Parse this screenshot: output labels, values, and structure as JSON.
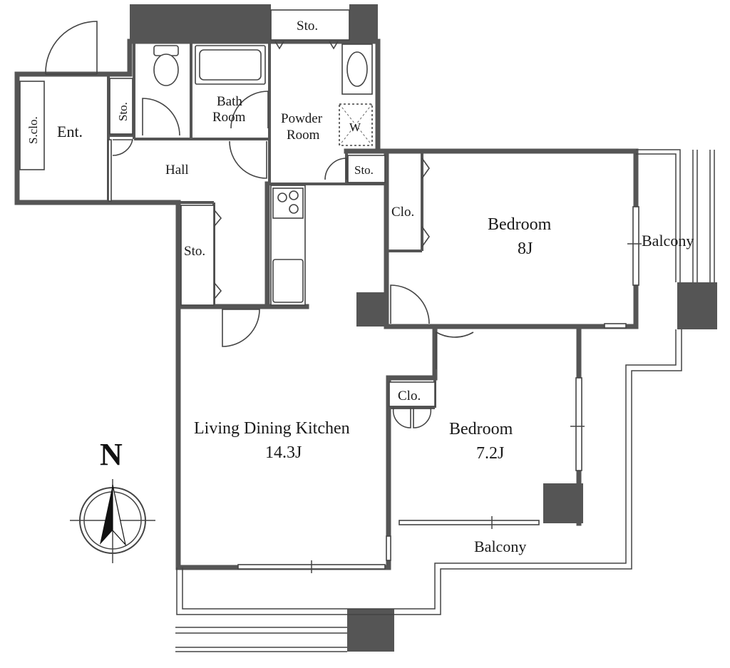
{
  "rooms": {
    "storage_top": "Sto.",
    "bath_line1": "Bath",
    "bath_line2": "Room",
    "powder_line1": "Powder",
    "powder_line2": "Room",
    "washer": "W",
    "storage_entry": "Sto.",
    "shoe_closet": "S.clo.",
    "entrance": "Ent.",
    "hall": "Hall",
    "storage_powder": "Sto.",
    "closet_bed1": "Clo.",
    "bedroom1_name": "Bedroom",
    "bedroom1_size": "8J",
    "balcony_east": "Balcony",
    "storage_hall": "Sto.",
    "closet_bed2": "Clo.",
    "bedroom2_name": "Bedroom",
    "bedroom2_size": "7.2J",
    "ldk_name": "Living Dining Kitchen",
    "ldk_size": "14.3J",
    "balcony_south": "Balcony"
  },
  "compass": {
    "north_label": "N"
  }
}
